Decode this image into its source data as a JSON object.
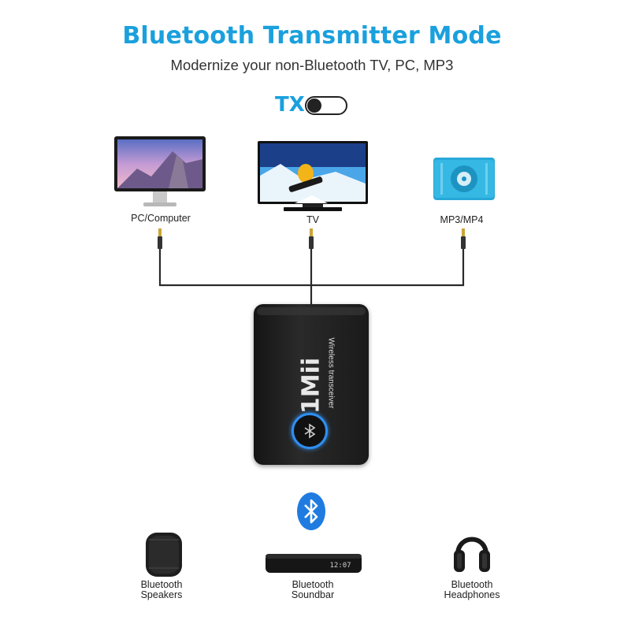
{
  "header": {
    "title": "Bluetooth Transmitter Mode",
    "subtitle": "Modernize your non-Bluetooth TV, PC, MP3"
  },
  "mode_switch": {
    "label": "TX",
    "state": "off"
  },
  "sources": [
    {
      "label": "PC/Computer"
    },
    {
      "label": "TV"
    },
    {
      "label": "MP3/MP4"
    }
  ],
  "device": {
    "brand": "1Mii",
    "model_text": "Wireless transceiver"
  },
  "destinations": [
    {
      "line1": "Bluetooth",
      "line2": "Speakers"
    },
    {
      "line1": "Bluetooth",
      "line2": "Soundbar"
    },
    {
      "line1": "Bluetooth",
      "line2": "Headphones"
    }
  ],
  "soundbar_display": "12:07",
  "colors": {
    "accent": "#1aa0dd",
    "device_body": "#1c1c1c",
    "button_ring": "#2f8ff0"
  }
}
